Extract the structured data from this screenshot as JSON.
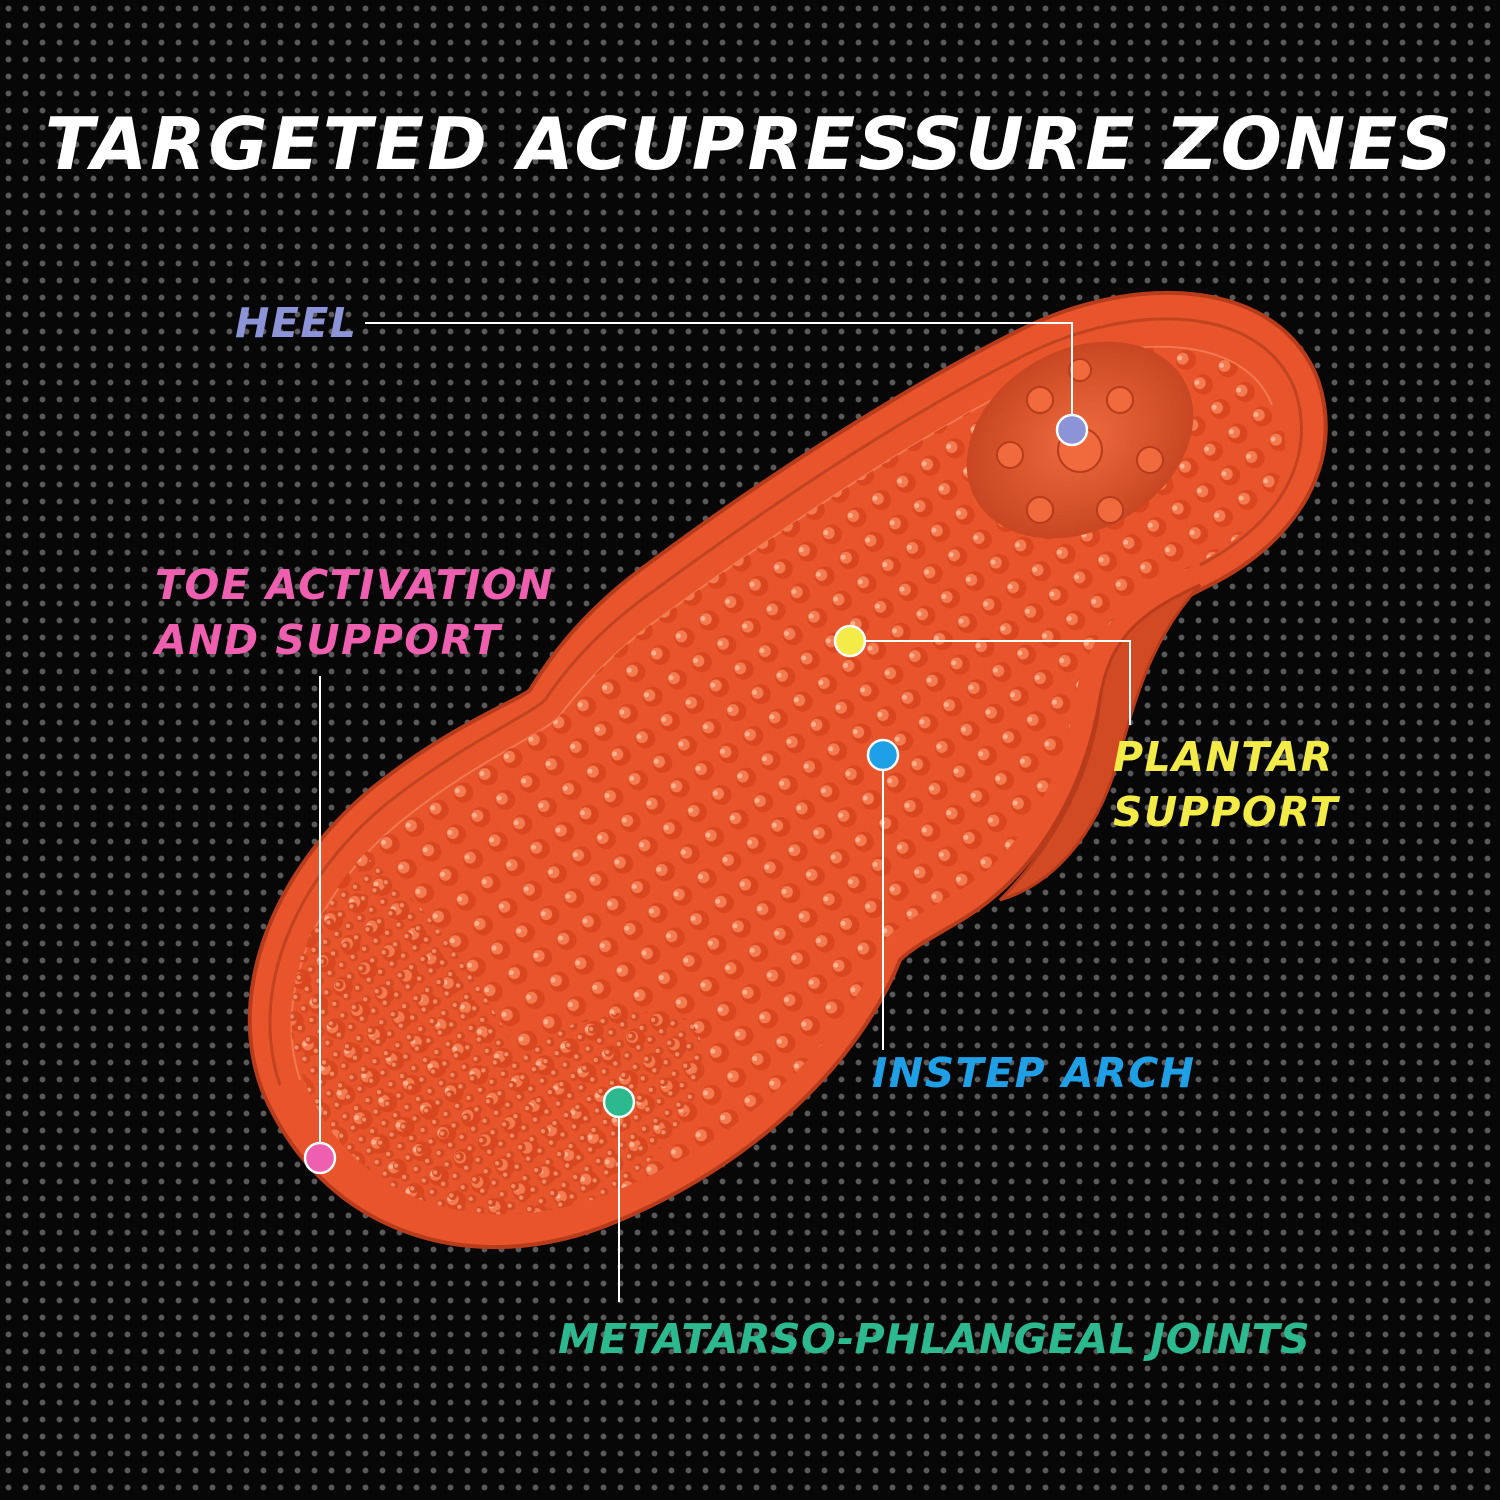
{
  "title": "TARGETED ACUPRESSURE ZONES",
  "colors": {
    "insole": "#e8542b",
    "insole_dark": "#b83c1c",
    "background": "#070707",
    "heel": "#8c93d6",
    "toe": "#ef5fb0",
    "plantar": "#f3eb47",
    "instep": "#1e9fe6",
    "metatarso": "#2bb98d"
  },
  "zones": {
    "heel": {
      "label": "HEEL",
      "icon": "heel-marker-dot"
    },
    "toe": {
      "line1": "TOE ACTIVATION",
      "line2": "AND SUPPORT",
      "icon": "toe-marker-dot"
    },
    "plantar": {
      "line1": "PLANTAR",
      "line2": "SUPPORT",
      "icon": "plantar-marker-dot"
    },
    "instep": {
      "label": "INSTEP ARCH",
      "icon": "instep-marker-dot"
    },
    "metatarso": {
      "label": "METATARSO-PHLANGEAL JOINTS",
      "icon": "metatarso-marker-dot"
    }
  }
}
